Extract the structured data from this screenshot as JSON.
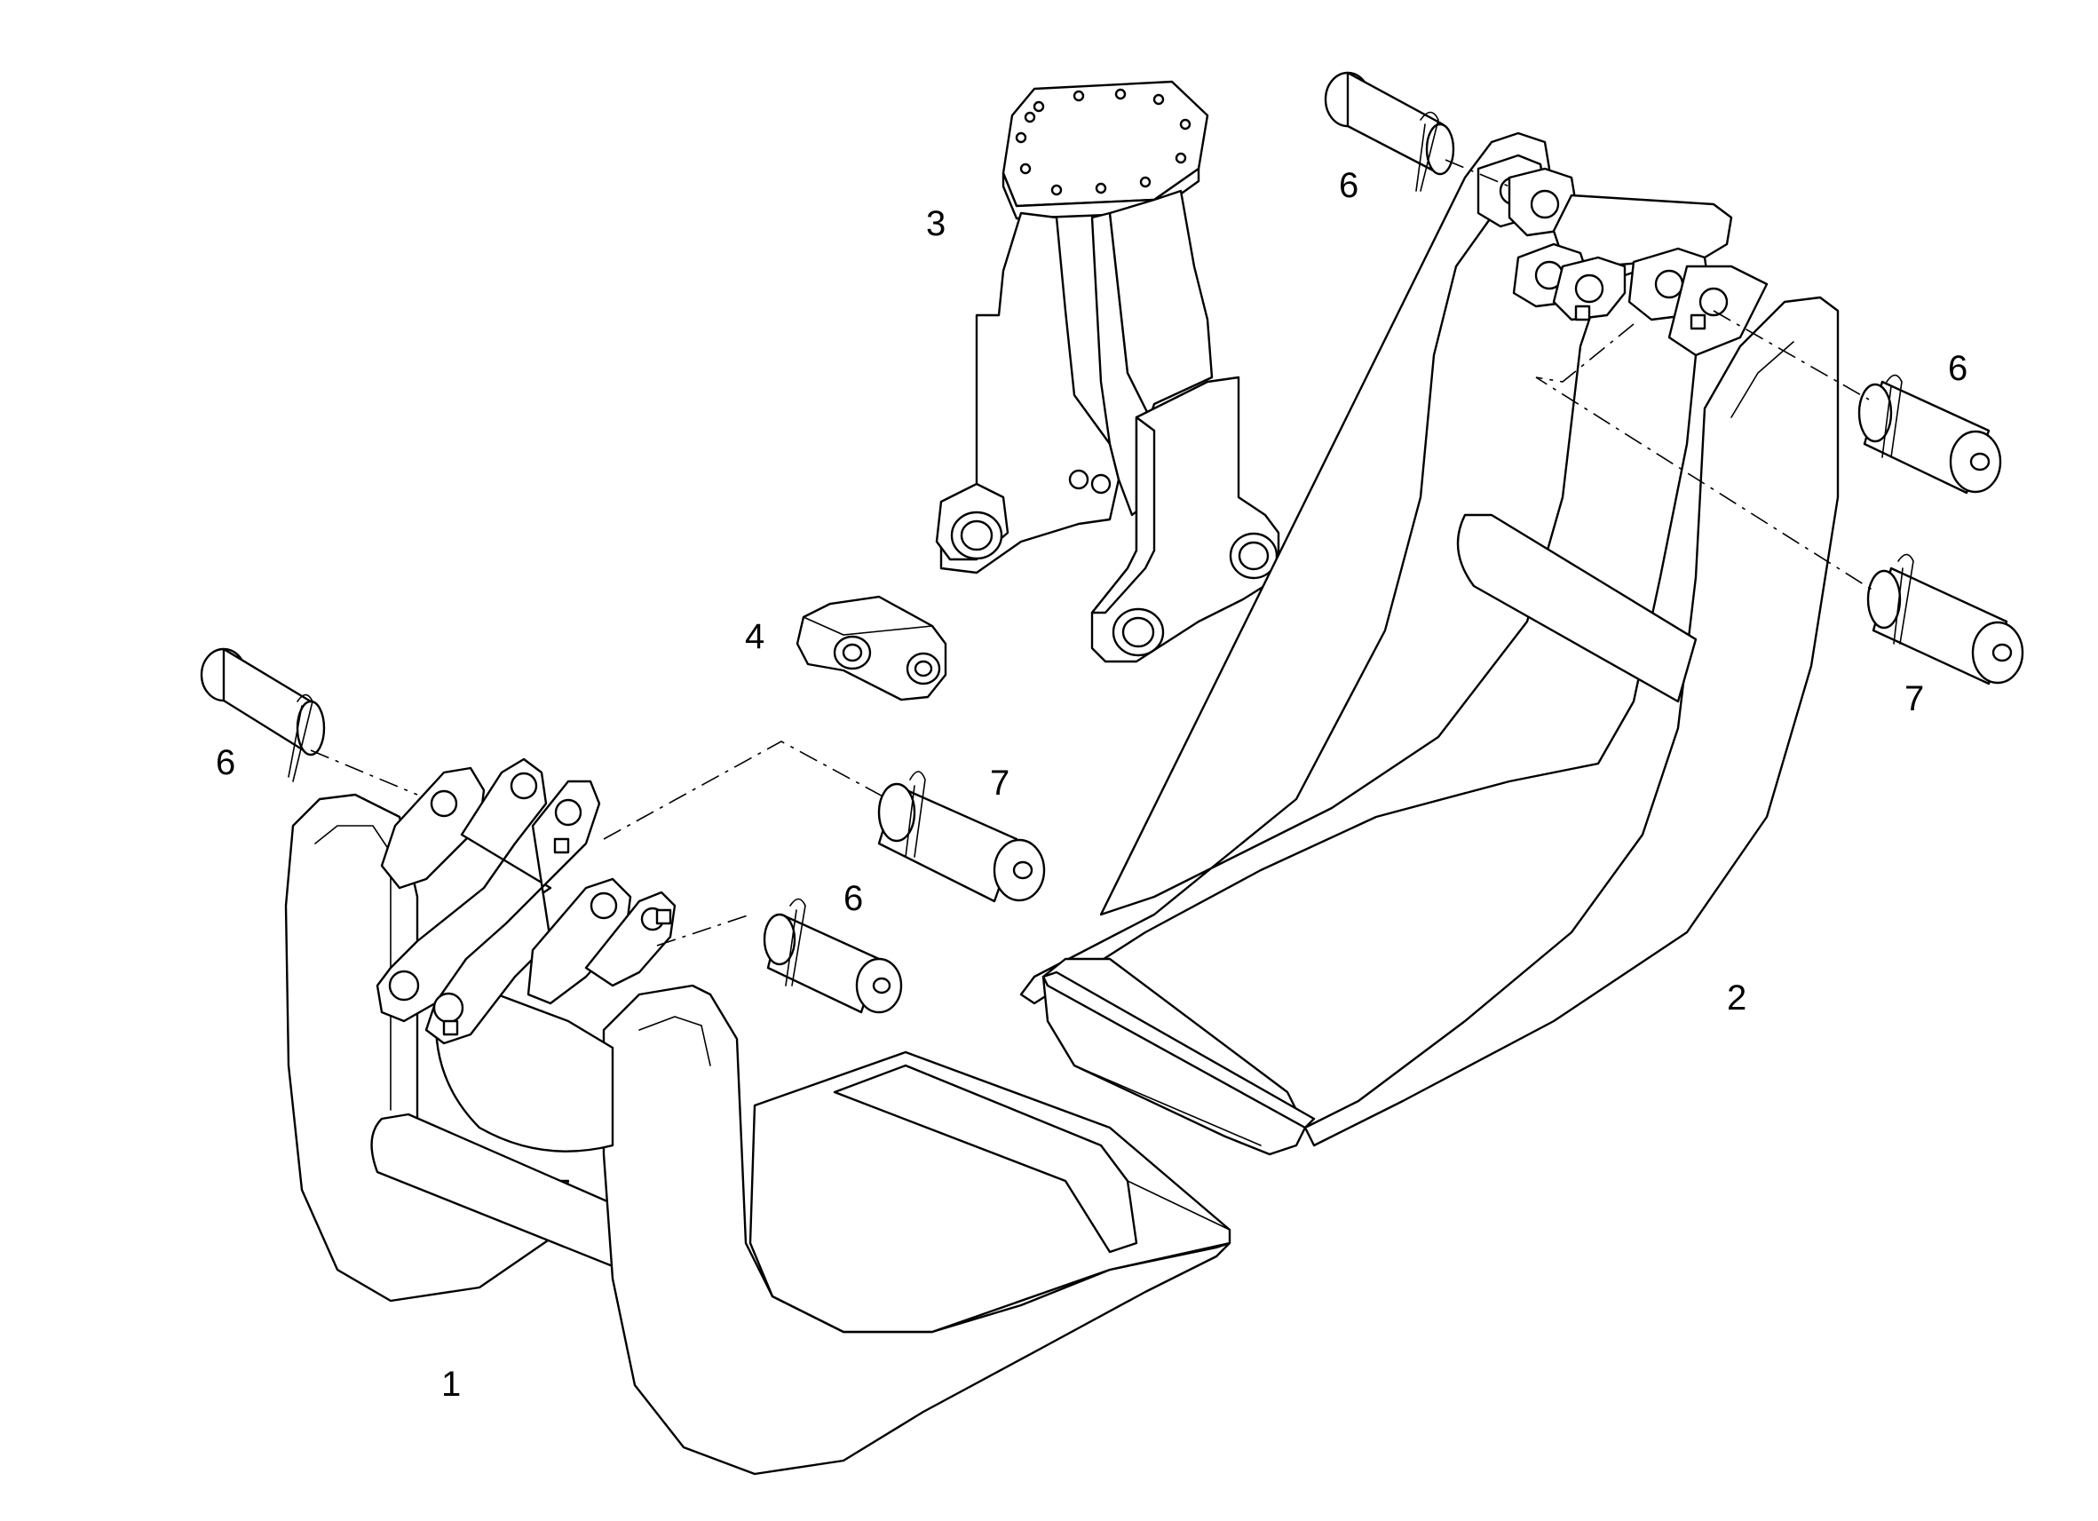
{
  "callouts": {
    "c1": "1",
    "c2": "2",
    "c3": "3",
    "c4": "4",
    "c6a": "6",
    "c6b": "6",
    "c6c": "6",
    "c6d": "6",
    "c7a": "7",
    "c7b": "7"
  },
  "colors": {
    "line": "#000000",
    "background": "#ffffff"
  }
}
